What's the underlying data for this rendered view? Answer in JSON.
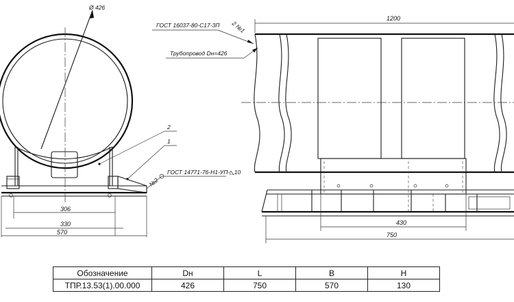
{
  "front_view": {
    "diameter_label": "Ø 426",
    "callout_1": "1",
    "callout_2": "2",
    "weld_label": "ГОСТ 14771-76-Н1-УП-◺10",
    "weld_number": "№2",
    "dim_306": "306",
    "dim_330": "330",
    "dim_570": "570"
  },
  "side_view": {
    "gost_label": "ГОСТ 16037-80-С17-3П",
    "weld_number": "2 №1",
    "pipe_label": "Трубопровод Dн=426",
    "dim_1200": "1200",
    "dim_430": "430",
    "dim_750": "750"
  },
  "table": {
    "headers": [
      "Обозначение",
      "Dн",
      "L",
      "B",
      "H"
    ],
    "row": [
      "ТПР.13.53(1).00.000",
      "426",
      "750",
      "570",
      "130"
    ]
  }
}
